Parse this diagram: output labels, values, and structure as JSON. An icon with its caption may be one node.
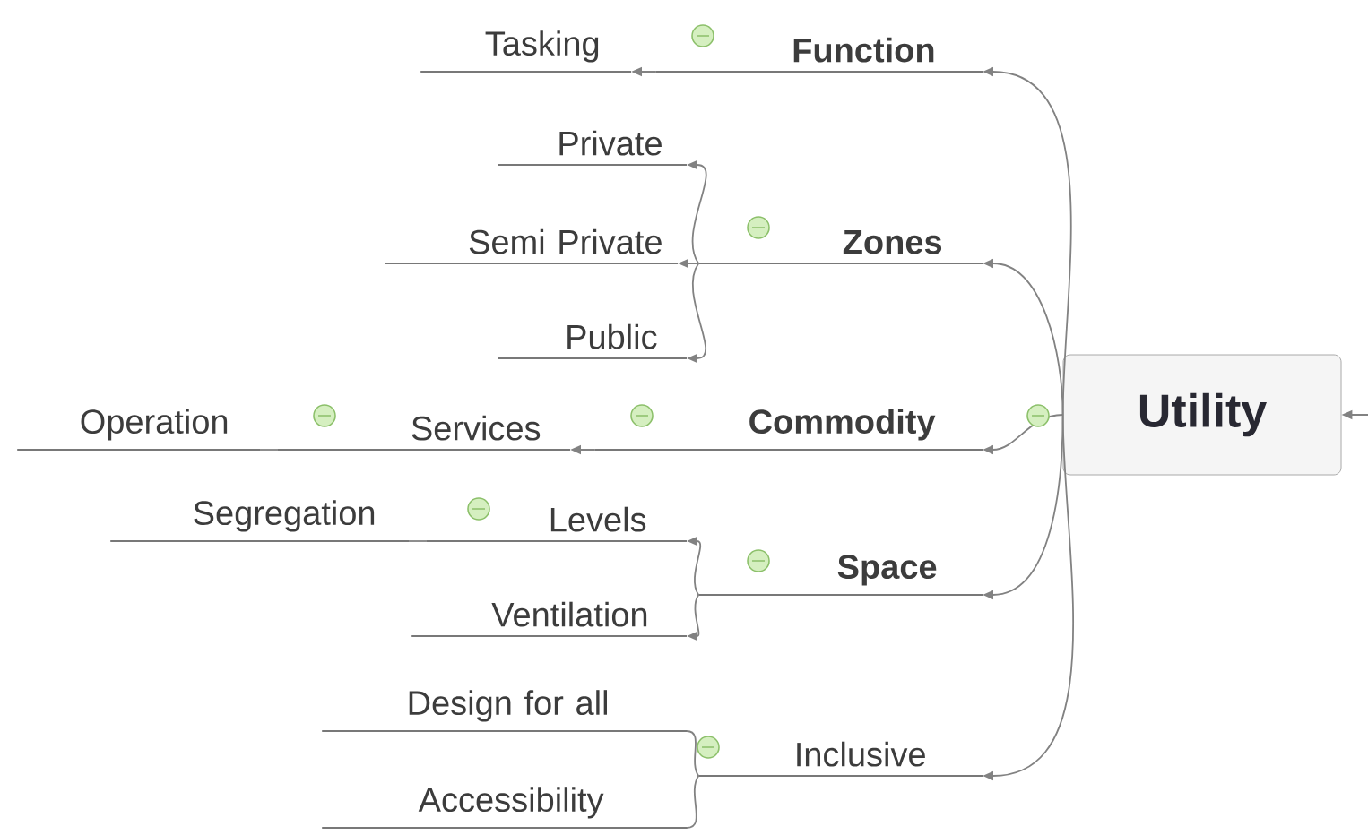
{
  "diagram": {
    "nodes": [
      {
        "text": [
          "Utility"
        ]
      },
      {
        "text": [
          "Function"
        ]
      },
      {
        "text": [
          "Tasking"
        ]
      },
      {
        "text": [
          "Zones"
        ]
      },
      {
        "text": [
          "Private"
        ]
      },
      {
        "text": [
          "Semi Private"
        ]
      },
      {
        "text": [
          "Public"
        ]
      },
      {
        "text": [
          "Commodity"
        ]
      },
      {
        "text": [
          "Services"
        ]
      },
      {
        "text": [
          "Operation"
        ]
      },
      {
        "text": [
          "Space"
        ]
      },
      {
        "text": [
          "Levels"
        ]
      },
      {
        "text": [
          "Segregation"
        ]
      },
      {
        "text": [
          "Ventilation"
        ]
      },
      {
        "text": [
          "Inclusive"
        ]
      },
      {
        "text": [
          "Design for all"
        ]
      },
      {
        "text": [
          "Accessibility"
        ]
      }
    ],
    "edges": [
      {
        "from": null,
        "to": 0,
        "arrow": "to"
      },
      {
        "from": 0,
        "to": 1,
        "arrow": "to"
      },
      {
        "from": 1,
        "to": 2,
        "arrow": "to"
      },
      {
        "from": 0,
        "to": 3,
        "arrow": "to"
      },
      {
        "from": 3,
        "to": 4,
        "arrow": "to"
      },
      {
        "from": 3,
        "to": 5,
        "arrow": "to"
      },
      {
        "from": 3,
        "to": 6,
        "arrow": "to"
      },
      {
        "from": 0,
        "to": 7,
        "arrow": "to"
      },
      {
        "from": 7,
        "to": 8,
        "arrow": "to"
      },
      {
        "from": 8,
        "to": 9,
        "arrow": "none"
      },
      {
        "from": 0,
        "to": 10,
        "arrow": "to"
      },
      {
        "from": 10,
        "to": 11,
        "arrow": "to"
      },
      {
        "from": 11,
        "to": 12,
        "arrow": "none"
      },
      {
        "from": 10,
        "to": 13,
        "arrow": "to"
      },
      {
        "from": 0,
        "to": 14,
        "arrow": "to"
      },
      {
        "from": 14,
        "to": 15,
        "arrow": "none"
      },
      {
        "from": 14,
        "to": 16,
        "arrow": "none"
      }
    ]
  }
}
